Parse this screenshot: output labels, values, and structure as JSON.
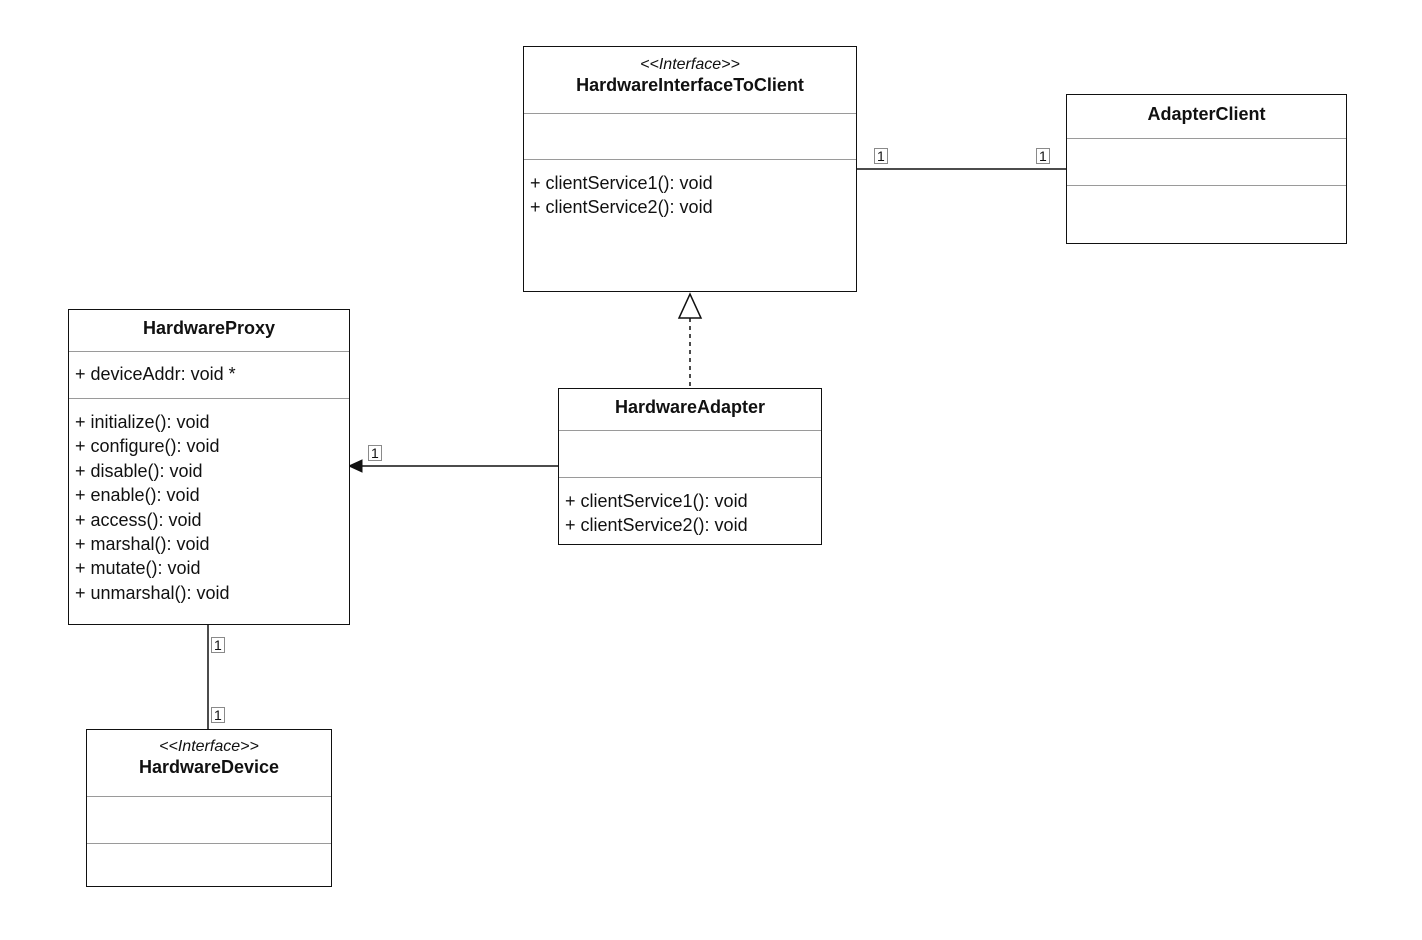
{
  "classes": {
    "hardware_interface_to_client": {
      "stereotype": "<<Interface>>",
      "name": "HardwareInterfaceToClient",
      "attributes": [],
      "operations": [
        "+ clientService1(): void",
        "+ clientService2(): void"
      ]
    },
    "adapter_client": {
      "name": "AdapterClient",
      "attributes": [],
      "operations": []
    },
    "hardware_proxy": {
      "name": "HardwareProxy",
      "attributes": [
        "+ deviceAddr: void *"
      ],
      "operations": [
        "+ initialize(): void",
        "+ configure(): void",
        "+ disable(): void",
        "+ enable(): void",
        "+ access(): void",
        "+ marshal(): void",
        "+ mutate(): void",
        "+ unmarshal(): void"
      ]
    },
    "hardware_adapter": {
      "name": "HardwareAdapter",
      "attributes": [],
      "operations": [
        "+ clientService1(): void",
        "+ clientService2(): void"
      ]
    },
    "hardware_device": {
      "stereotype": "<<Interface>>",
      "name": "HardwareDevice",
      "attributes": [],
      "operations": []
    }
  },
  "relationships": {
    "interface_to_adapter_client": {
      "type": "association",
      "source_multiplicity": "1",
      "target_multiplicity": "1"
    },
    "adapter_realizes_interface": {
      "type": "realization"
    },
    "adapter_to_proxy": {
      "type": "directed-association",
      "target_multiplicity": "1"
    },
    "proxy_to_device": {
      "type": "association",
      "source_multiplicity": "1",
      "target_multiplicity": "1"
    }
  }
}
